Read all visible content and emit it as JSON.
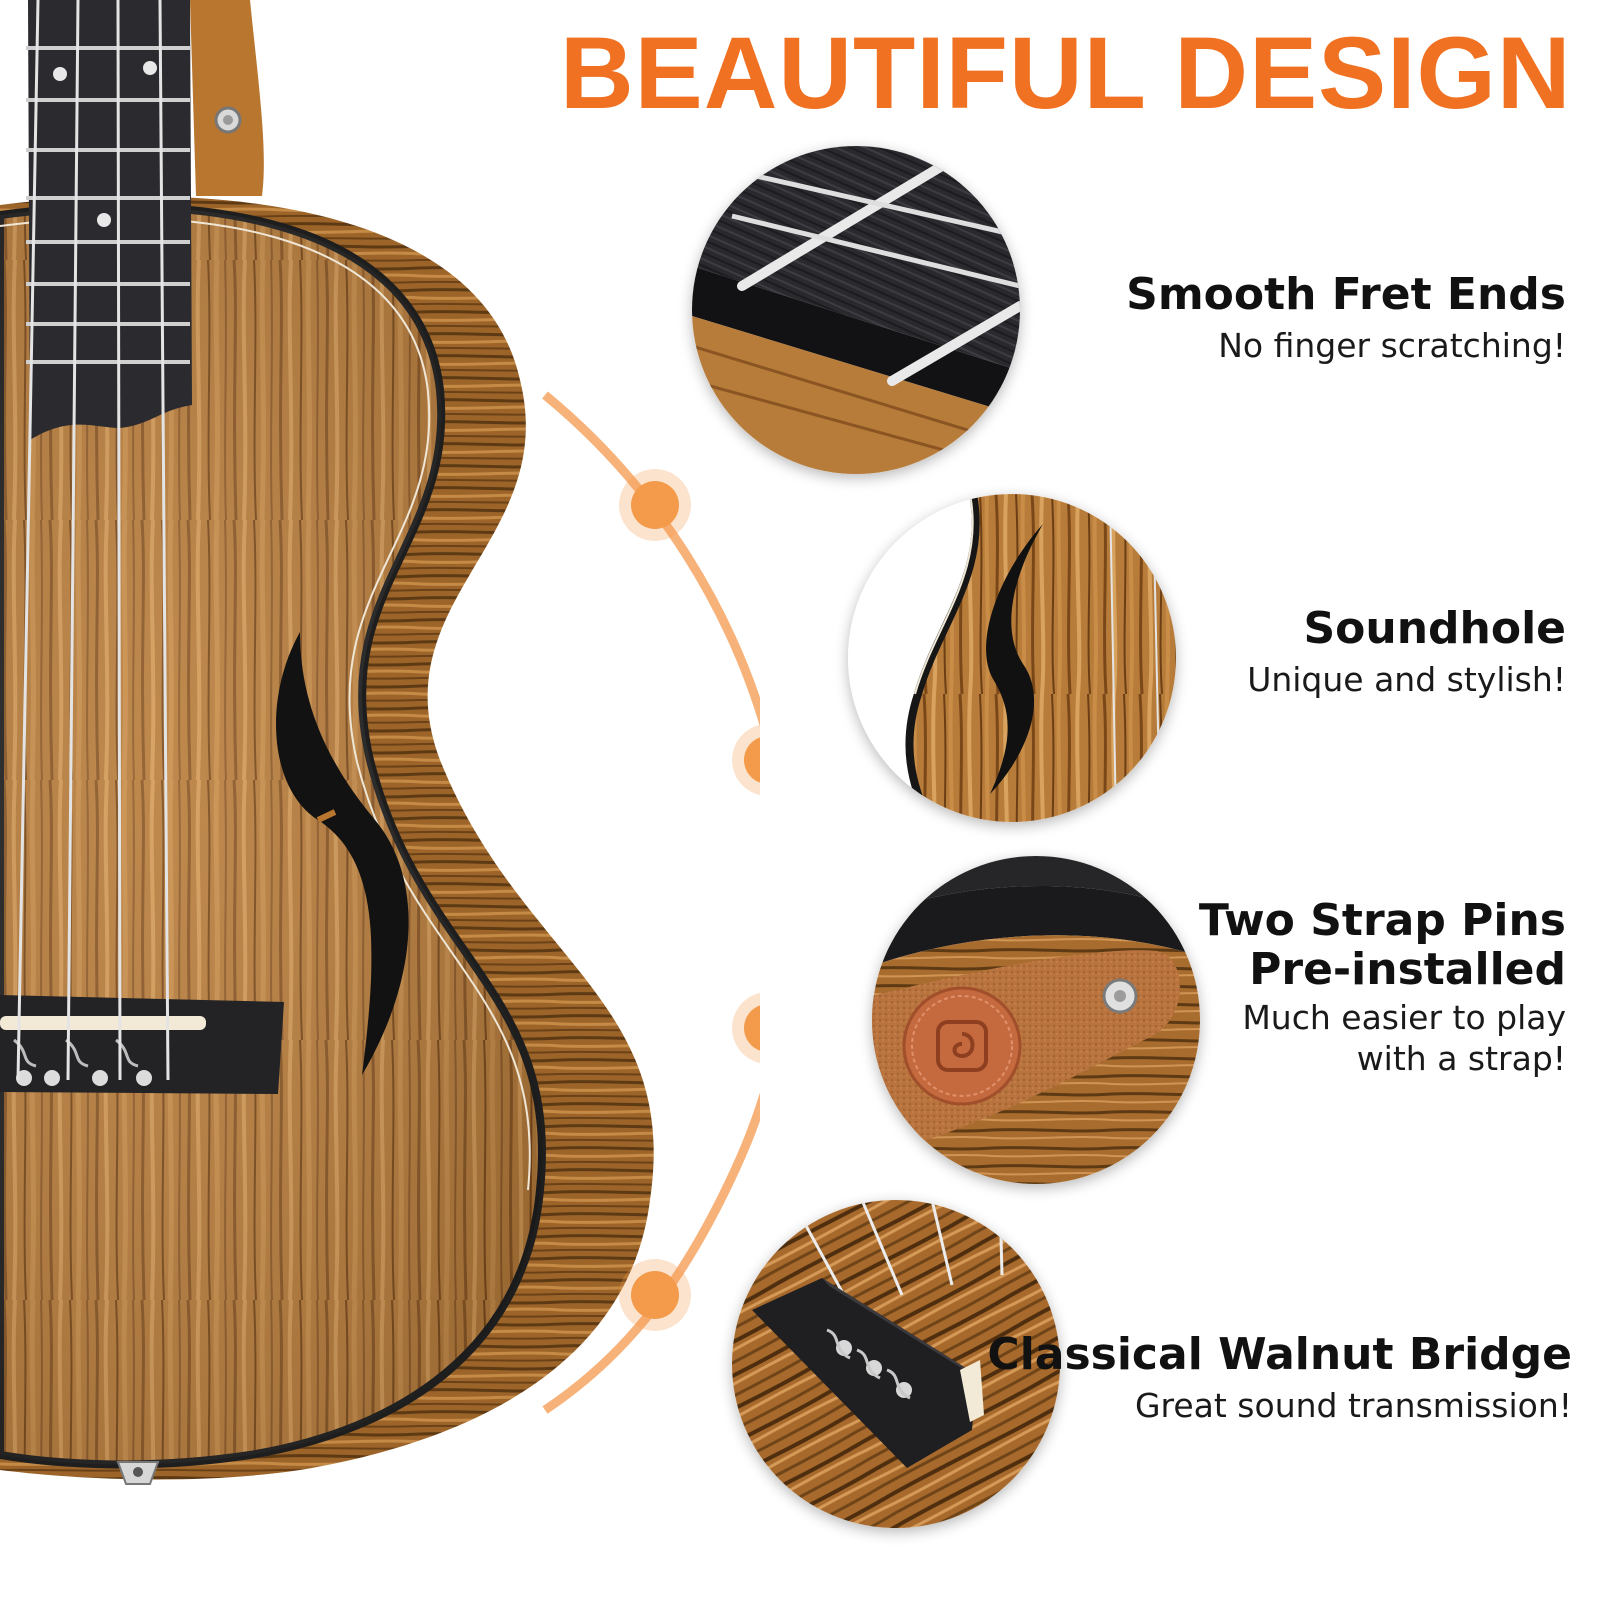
{
  "title": "BEAUTIFUL DESIGN",
  "colors": {
    "title": "#f07122",
    "arc": "#f59a4a",
    "wood": "#b87c3a",
    "wood_dark": "#6e4418",
    "ebony": "#2a2a2e",
    "leather": "#b8733e"
  },
  "features": [
    {
      "heading": "Smooth Fret Ends",
      "lines": [
        "No finger scratching!"
      ],
      "icon": "fret-ends-closeup"
    },
    {
      "heading": "Soundhole",
      "lines": [
        "Unique and stylish!"
      ],
      "icon": "soundhole-closeup"
    },
    {
      "heading": "Two Strap Pins",
      "heading2": "Pre-installed",
      "lines": [
        "Much easier to play",
        "with a strap!"
      ],
      "icon": "strap-pin-closeup"
    },
    {
      "heading": "Classical Walnut Bridge",
      "lines": [
        "Great sound transmission!"
      ],
      "icon": "bridge-closeup"
    }
  ]
}
